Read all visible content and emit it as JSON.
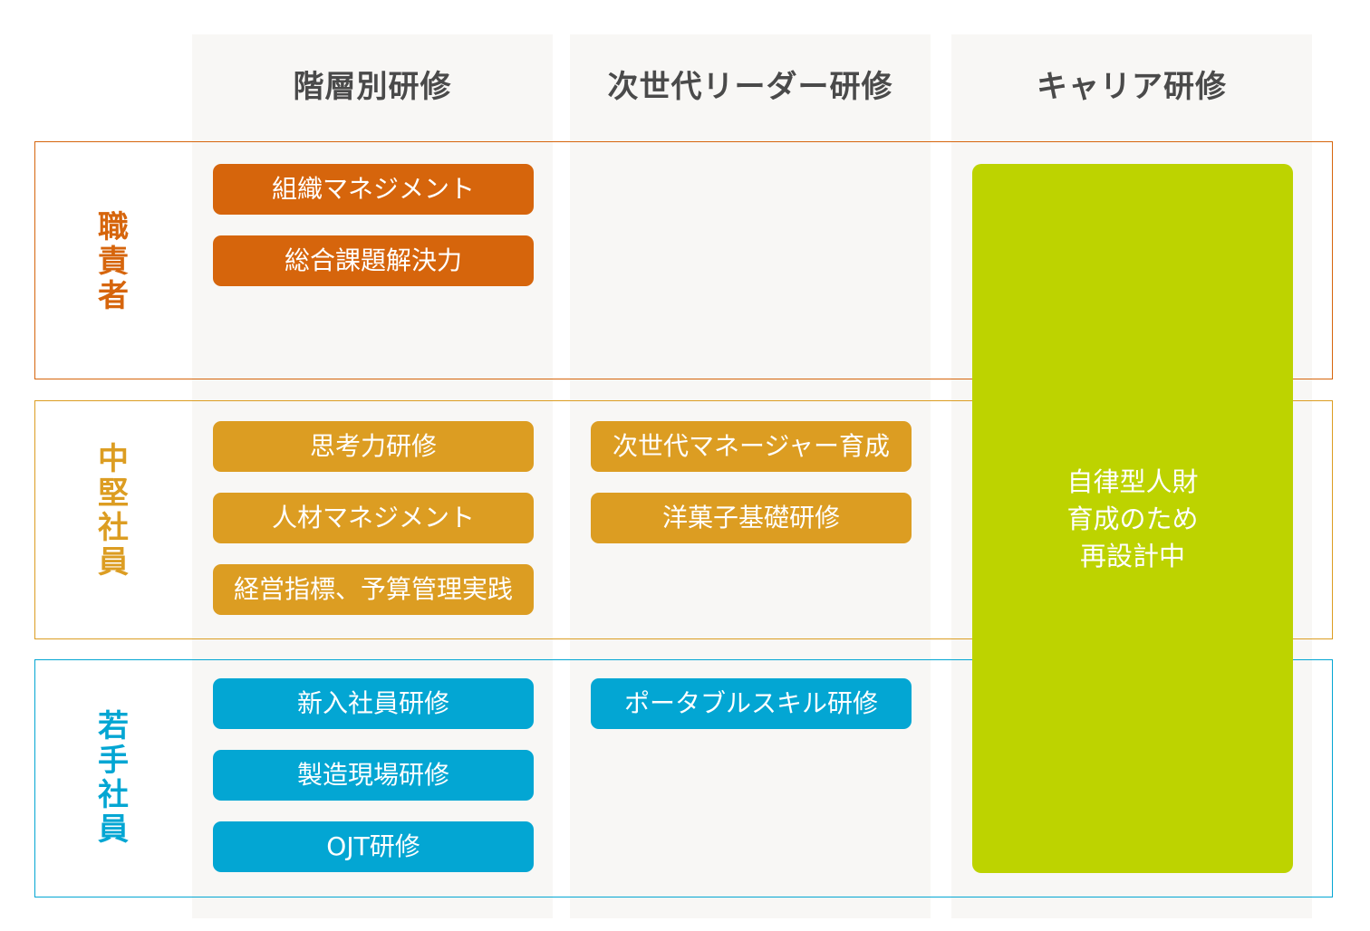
{
  "columns": [
    {
      "label": "階層別研修"
    },
    {
      "label": "次世代リーダー研修"
    },
    {
      "label": "キャリア研修"
    }
  ],
  "colors": {
    "manager": "#d6650c",
    "mid": "#dc9d22",
    "young": "#03a6d3",
    "career": "#bdd300",
    "column_bg": "#f8f7f5",
    "heading": "#4a4a4a"
  },
  "rows": [
    {
      "label_chars": [
        "職",
        "責",
        "者"
      ],
      "tiered": [
        "組織マネジメント",
        "総合課題解決力"
      ],
      "leader": []
    },
    {
      "label_chars": [
        "中",
        "堅",
        "社",
        "員"
      ],
      "tiered": [
        "思考力研修",
        "人材マネジメント",
        "経営指標、予算管理実践"
      ],
      "leader": [
        "次世代マネージャー育成",
        "洋菓子基礎研修"
      ]
    },
    {
      "label_chars": [
        "若",
        "手",
        "社",
        "員"
      ],
      "tiered": [
        "新入社員研修",
        "製造現場研修",
        "OJT研修"
      ],
      "leader": [
        "ポータブルスキル研修"
      ]
    }
  ],
  "career": {
    "lines": [
      "自律型人財",
      "育成のため",
      "再設計中"
    ]
  }
}
